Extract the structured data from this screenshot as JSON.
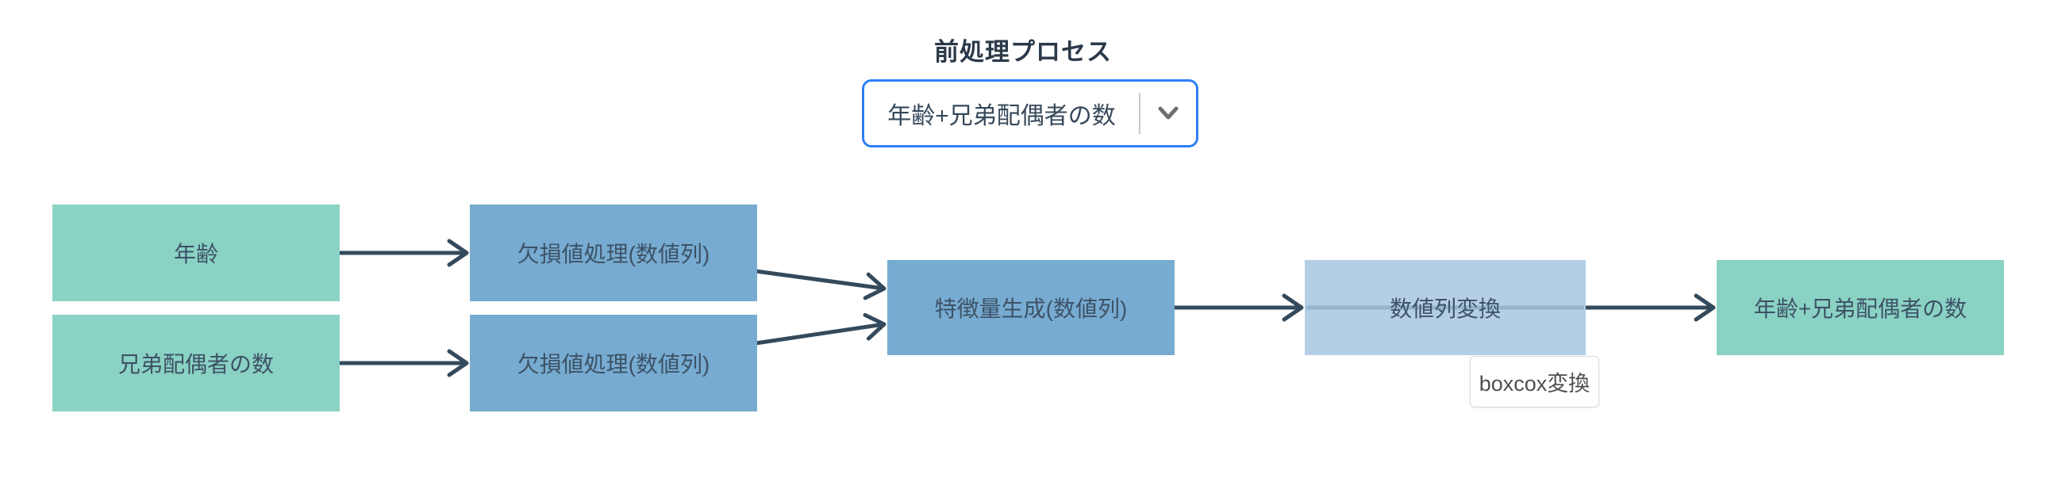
{
  "header": {
    "title": "前処理プロセス"
  },
  "selector": {
    "value": "年齢+兄弟配偶者の数",
    "icon": "chevron-down-icon"
  },
  "diagram": {
    "nodes": [
      {
        "label": "年齢",
        "type": "source"
      },
      {
        "label": "兄弟配偶者の数",
        "type": "source"
      },
      {
        "label": "欠損値処理(数値列)",
        "type": "process"
      },
      {
        "label": "欠損値処理(数値列)",
        "type": "process"
      },
      {
        "label": "特徴量生成(数値列)",
        "type": "process"
      },
      {
        "label": "数値列変換",
        "type": "process-selected"
      },
      {
        "label": "年齢+兄弟配偶者の数",
        "type": "output"
      }
    ],
    "edges": [
      {
        "from": "年齢",
        "to": "欠損値処理(数値列)"
      },
      {
        "from": "兄弟配偶者の数",
        "to": "欠損値処理(数値列)"
      },
      {
        "from": "欠損値処理(数値列)",
        "to": "特徴量生成(数値列)"
      },
      {
        "from": "欠損値処理(数値列)",
        "to": "特徴量生成(数値列)"
      },
      {
        "from": "特徴量生成(数値列)",
        "to": "数値列変換"
      },
      {
        "from": "数値列変換",
        "to": "年齢+兄弟配偶者の数"
      }
    ],
    "tooltip": "boxcox変換"
  },
  "colors": {
    "source_box": "#8AD2C4",
    "process_box": "#77ABD1",
    "selected_box": "#A7C7E0",
    "arrow": "#344A5C",
    "selector_border": "#2E7EF7",
    "node_text": "#3D5266",
    "title_text": "#2B3949",
    "tooltip_text": "#4F4F4F"
  }
}
